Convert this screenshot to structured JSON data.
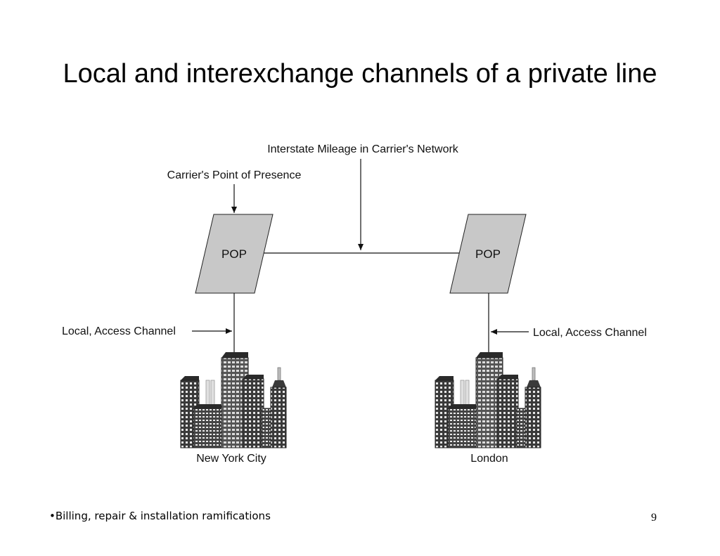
{
  "slide": {
    "title": "Local and interexchange channels of a private line",
    "footer_note": "•Billing, repair & installation ramifications",
    "page_number": "9"
  },
  "diagram": {
    "labels": {
      "interstate": "Interstate Mileage in Carrier's Network",
      "point_of_presence": "Carrier's Point of Presence",
      "local_access_left": "Local, Access Channel",
      "local_access_right": "Local, Access Channel"
    },
    "pop_left": "POP",
    "pop_right": "POP",
    "city_left": "New York City",
    "city_right": "London",
    "colors": {
      "pop_fill": "#c8c8c8",
      "building_dark": "#4a4a4a",
      "building_light": "#cfcfcf"
    }
  }
}
